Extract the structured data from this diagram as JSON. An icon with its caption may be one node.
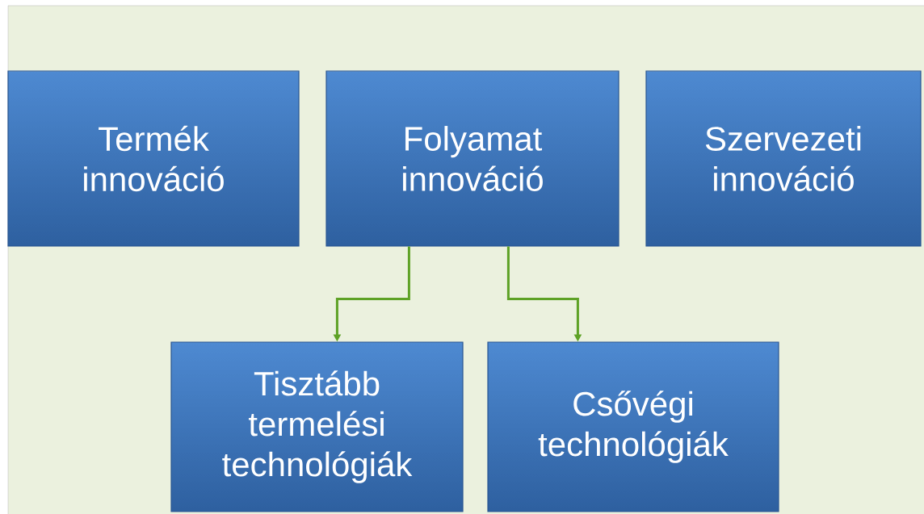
{
  "diagram": {
    "nodes": [
      {
        "text": [
          "Termék innováció"
        ]
      },
      {
        "text": [
          "Folyamat innováció"
        ]
      },
      {
        "text": [
          "Szervezeti innováció"
        ]
      },
      {
        "text": [
          "Tisztább termelési technológiák"
        ]
      },
      {
        "text": [
          "Csővégi technológiák"
        ]
      }
    ],
    "edges": [
      {
        "from": 1,
        "to": 3,
        "arrow": "to"
      },
      {
        "from": 1,
        "to": 4,
        "arrow": "to"
      }
    ]
  }
}
